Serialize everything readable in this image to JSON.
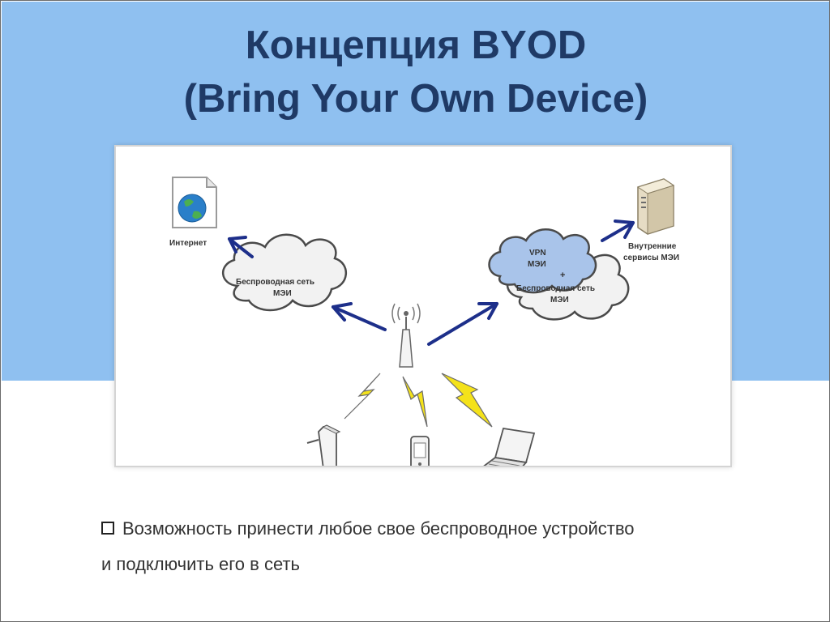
{
  "slide": {
    "title_line1": "Концепция BYOD",
    "title_line2": "(Bring Your Own Device)"
  },
  "diagram": {
    "internet_label": "Интернет",
    "wireless_cloud_line1": "Беспроводная сеть",
    "wireless_cloud_line2": "МЭИ",
    "vpn_line1": "VPN",
    "vpn_line2": "МЭИ",
    "vpn_plus": "+",
    "vpn_line3": "Беспроводная сеть",
    "vpn_line4": "МЭИ",
    "internal_line1": "Внутренние",
    "internal_line2": "сервисы МЭИ",
    "colors": {
      "arrow": "#1d2f8a",
      "lightning": "#f4e21a",
      "cloud_fill": "#f2f2f2",
      "vpn_cloud_fill": "#a9c4ea"
    },
    "icons": [
      "globe-document-icon",
      "server-tower-icon",
      "antenna-icon",
      "tablet-icon",
      "phone-icon",
      "laptop-icon",
      "lightning-icon"
    ]
  },
  "bullet": {
    "line1": "Возможность принести любое свое беспроводное устройство",
    "line2": "и подключить его в сеть"
  }
}
